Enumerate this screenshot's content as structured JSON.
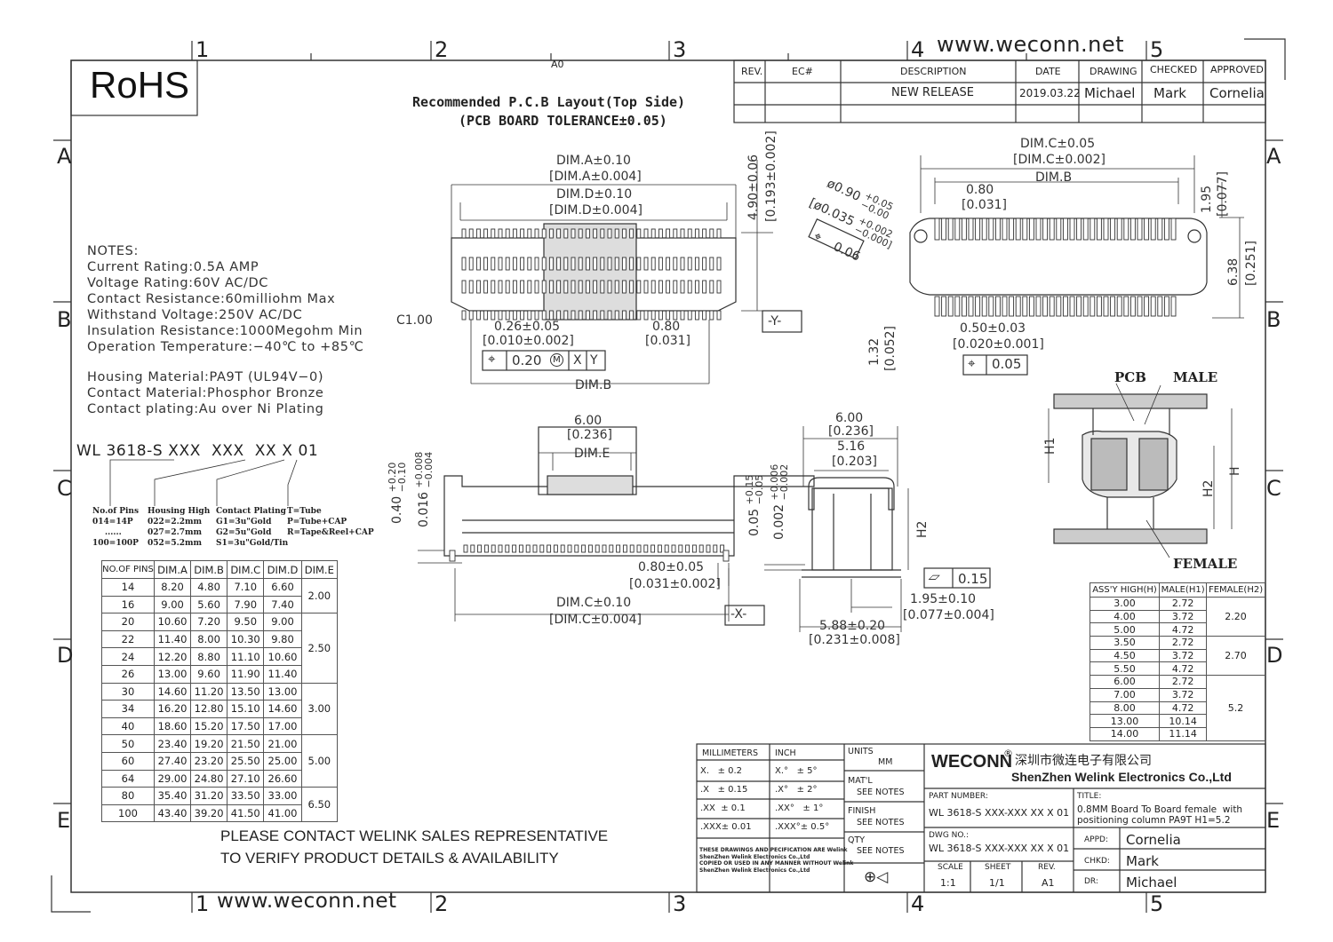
{
  "header": {
    "rohs": "RoHS",
    "website_top": "www.weconn.net",
    "website_bottom": "www.weconn.net",
    "a0": "A0",
    "title_line1": "Recommended P.C.B Layout(Top Side)",
    "title_line2": "(PCB BOARD TOLERANCE±0.05)"
  },
  "zones": {
    "cols": [
      "1",
      "2",
      "3",
      "4",
      "5"
    ],
    "rows": [
      "A",
      "B",
      "C",
      "D",
      "E"
    ]
  },
  "revision": {
    "headers": [
      "REV.",
      "EC#",
      "DESCRIPTION",
      "DATE",
      "DRAWING",
      "CHECKED",
      "APPROVED"
    ],
    "row": [
      "",
      "",
      "NEW RELEASE",
      "2019.03.22",
      "Michael",
      "Mark",
      "Cornelia"
    ]
  },
  "notes": {
    "title": "NOTES:",
    "lines": [
      "Current Rating:0.5A AMP",
      "Voltage Rating:60V AC/DC",
      "Contact Resistance:60milliohm Max",
      "Withstand Voltage:250V AC/DC",
      "Insulation Resistance:1000Megohm Min",
      "Operation Temperature:−40℃ to +85℃"
    ],
    "materials": [
      "Housing Material:PA9T (UL94V−0)",
      "Contact Material:Phosphor Bronze",
      "Contact plating:Au over Ni Plating"
    ]
  },
  "part_code": {
    "code": "WL 3618-S XXX  XXX  XX X 01",
    "legend": {
      "pins_title": "No.of Pins",
      "pins": [
        "014=14P",
        "......",
        "100=100P"
      ],
      "height_title": "Housing High",
      "height": [
        "022=2.2mm",
        "027=2.7mm",
        "052=5.2mm"
      ],
      "plating_title": "Contact Plating",
      "plating": [
        "G1=3u\"Gold",
        "G2=5u\"Gold",
        "S1=3u\"Gold/Tin"
      ],
      "pack_title": "T=Tube",
      "pack": [
        "P=Tube+CAP",
        "R=Tape&Reel+CAP"
      ]
    }
  },
  "dim_table": {
    "headers": [
      "NO.OF PINS",
      "DIM.A",
      "DIM.B",
      "DIM.C",
      "DIM.D",
      "DIM.E"
    ],
    "rows": [
      [
        "14",
        "8.20",
        "4.80",
        "7.10",
        "6.60"
      ],
      [
        "16",
        "9.00",
        "5.60",
        "7.90",
        "7.40"
      ],
      [
        "20",
        "10.60",
        "7.20",
        "9.50",
        "9.00"
      ],
      [
        "22",
        "11.40",
        "8.00",
        "10.30",
        "9.80"
      ],
      [
        "24",
        "12.20",
        "8.80",
        "11.10",
        "10.60"
      ],
      [
        "26",
        "13.00",
        "9.60",
        "11.90",
        "11.40"
      ],
      [
        "30",
        "14.60",
        "11.20",
        "13.50",
        "13.00"
      ],
      [
        "34",
        "16.20",
        "12.80",
        "15.10",
        "14.60"
      ],
      [
        "40",
        "18.60",
        "15.20",
        "17.50",
        "17.00"
      ],
      [
        "50",
        "23.40",
        "19.20",
        "21.50",
        "21.00"
      ],
      [
        "60",
        "27.40",
        "23.20",
        "25.50",
        "25.00"
      ],
      [
        "64",
        "29.00",
        "24.80",
        "27.10",
        "26.60"
      ],
      [
        "80",
        "35.40",
        "31.20",
        "33.50",
        "33.00"
      ],
      [
        "100",
        "43.40",
        "39.20",
        "41.50",
        "41.00"
      ]
    ],
    "dim_e": [
      "2.00",
      "2.50",
      "3.00",
      "5.00",
      "6.50"
    ]
  },
  "contact_note": {
    "line1": "PLEASE CONTACT WELINK SALES REPRESENTATIVE",
    "line2": "TO VERIFY PRODUCT DETAILS & AVAILABILITY"
  },
  "dimensions": {
    "pcb": {
      "dim_a": "DIM.A±0.10",
      "dim_a_in": "[DIM.A±0.004]",
      "dim_d": "DIM.D±0.10",
      "dim_d_in": "[DIM.D±0.004]",
      "height": "4.90±0.06",
      "height_in": "[0.193±0.002]",
      "chamfer": "C1.00",
      "pad_w": "0.26±0.05",
      "pad_w_in": "[0.010±0.002]",
      "pitch": "0.80",
      "pitch_in": "[0.031]",
      "tolerance_frame": "0.20",
      "frame_m": "M",
      "frame_x": "X",
      "frame_y": "Y",
      "datum_y": "-Y-",
      "dim_b": "DIM.B"
    },
    "top": {
      "dim_c": "DIM.C±0.05",
      "dim_c_in": "[DIM.C±0.002]",
      "dim_b": "DIM.B",
      "pitch": "0.80",
      "pitch_in": "[0.031]",
      "hole1": "ø0.90",
      "hole1_tol_plus": "+0.05",
      "hole1_tol_minus": "−0.00",
      "hole2": "[ø0.035",
      "hole2_tol_plus": "+0.002",
      "hole2_tol_minus": "−0.000]",
      "hole_pos": "0.06",
      "edge": "1.95",
      "edge_in": "[0.077]",
      "width": "6.38",
      "width_in": "[0.251]",
      "tail": "1.32",
      "tail_in": "[0.052]",
      "pad": "0.50±0.03",
      "pad_in": "[0.020±0.001]",
      "pad_pos": "0.05"
    },
    "front": {
      "w": "6.00",
      "w_in": "[0.236]",
      "dim_e": "DIM.E",
      "h1": "0.40",
      "h1_tol_plus": "+0.20",
      "h1_tol_minus": "−0.10",
      "h1_in": "0.016",
      "h1_in_tol_plus": "+0.008",
      "h1_in_tol_minus": "−0.004",
      "pitch": "0.80±0.05",
      "pitch_in": "[0.031±0.002]",
      "dim_c": "DIM.C±0.10",
      "dim_c_in": "[DIM.C±0.004]",
      "datum_x": "-X-"
    },
    "side": {
      "w": "6.00",
      "w_in": "[0.236]",
      "inner": "5.16",
      "inner_in": "[0.203]",
      "lift": "0.05",
      "lift_tol_plus": "+0.15",
      "lift_tol_minus": "−0.05",
      "lift_in": "0.002",
      "lift_in_tol_plus": "+0.006",
      "lift_in_tol_minus": "−0.002",
      "h2": "H2",
      "flatness": "0.15",
      "tail": "1.95±0.10",
      "tail_in": "[0.077±0.004]",
      "base": "5.88±0.20",
      "base_in": "[0.231±0.008]"
    },
    "assembly": {
      "pcb": "PCB",
      "male": "MALE",
      "female": "FEMALE",
      "h1": "H1",
      "h2": "H2",
      "h": "H"
    }
  },
  "assy_table": {
    "headers": [
      "ASS'Y HIGH(H)",
      "MALE(H1)",
      "FEMALE(H2)"
    ],
    "rows": [
      [
        "3.00",
        "2.72"
      ],
      [
        "4.00",
        "3.72"
      ],
      [
        "5.00",
        "4.72"
      ],
      [
        "3.50",
        "2.72"
      ],
      [
        "4.50",
        "3.72"
      ],
      [
        "5.50",
        "4.72"
      ],
      [
        "6.00",
        "2.72"
      ],
      [
        "7.00",
        "3.72"
      ],
      [
        "8.00",
        "4.72"
      ],
      [
        "13.00",
        "10.14"
      ],
      [
        "14.00",
        "11.14"
      ]
    ],
    "female": [
      "2.20",
      "2.70",
      "5.2"
    ]
  },
  "title_block": {
    "mm_header": "MILLIMETERS",
    "inch_header": "INCH",
    "tol_mm": [
      "X.   ± 0.2",
      ".X   ± 0.15",
      ".XX  ± 0.1",
      ".XXX± 0.01"
    ],
    "tol_in": [
      "X.°   ± 5°",
      ".X°   ± 2°",
      ".XX°   ± 1°",
      ".XXX°± 0.5°"
    ],
    "disclaimer": [
      "THESE DRAWINGS AND PECIFICATION  ARE Welink",
      "ShenZhen Welink Electronics Co.,Ltd",
      " COPIED OR USED IN ANY MANNER WITHOUT Welink",
      "ShenZhen Welink Electronics Co.,Ltd"
    ],
    "units_label": "UNITS",
    "units": "MM",
    "matl_label": "MAT'L",
    "matl": "SEE NOTES",
    "finish_label": "FINISH",
    "finish": "SEE NOTES",
    "qty_label": "QTY",
    "qty": "SEE NOTES",
    "brand": "WECONN",
    "reg": "®",
    "company_cn": "深圳市微连电子有限公司",
    "company_en": "ShenZhen Welink Electronics Co.,Ltd",
    "part_label": "PART NUMBER:",
    "part": "WL 3618-S XXX-XXX XX X 01",
    "dwg_label": "DWG NO.:",
    "dwg": "WL 3618-S XXX-XXX XX X 01",
    "title_label": "TITLE:",
    "title1": "0.8MM Board To Board female  with",
    "title2": "positioning column PA9T H1=5.2",
    "scale_label": "SCALE",
    "scale": "1:1",
    "sheet_label": "SHEET",
    "sheet": "1/1",
    "rev_label": "REV.",
    "rev": "A1",
    "appd_label": "APPD:",
    "appd": "Cornelia",
    "chkd_label": "CHKD:",
    "chkd": "Mark",
    "dr_label": "DR:",
    "dr": "Michael"
  }
}
